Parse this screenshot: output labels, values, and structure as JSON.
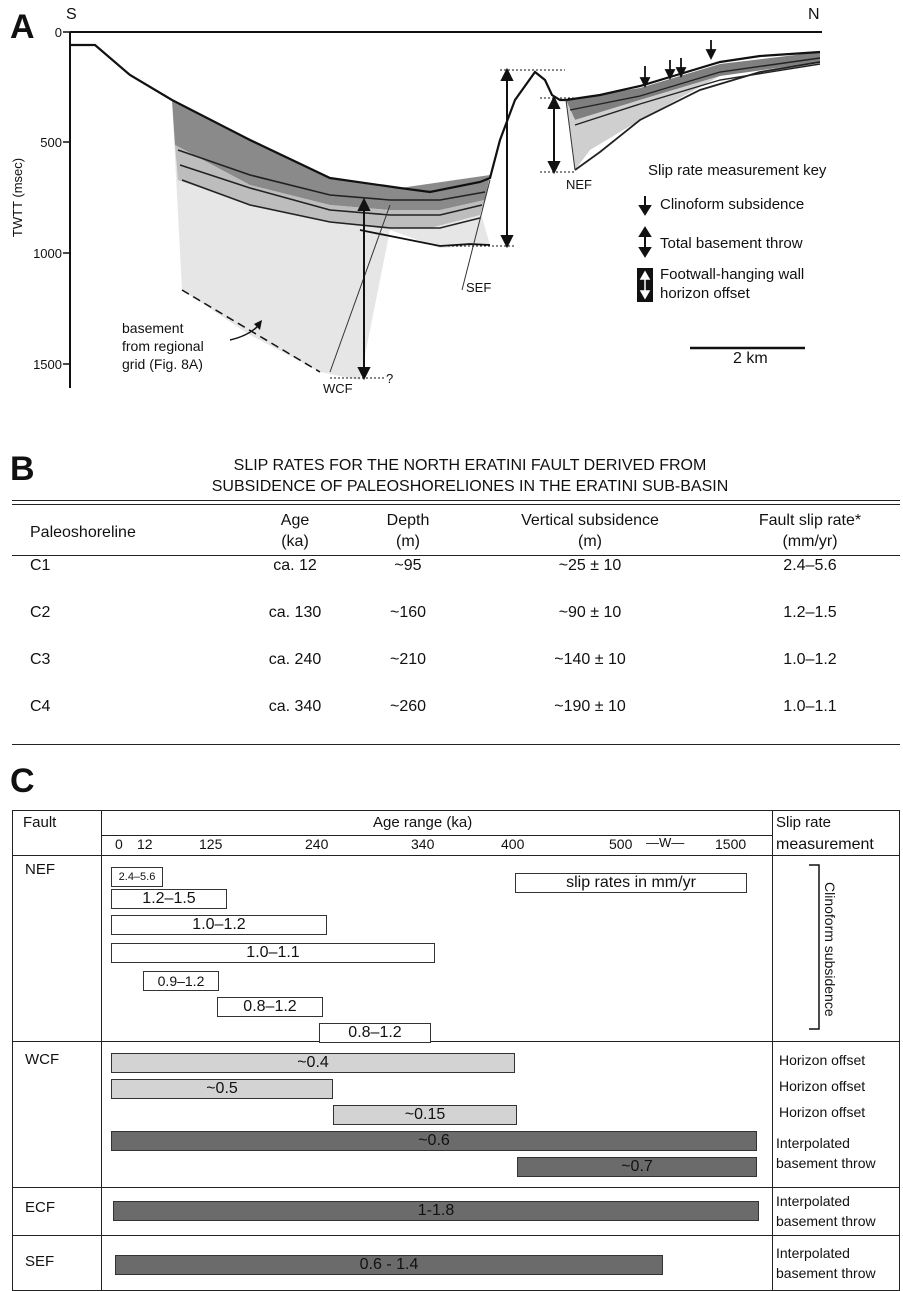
{
  "panel_a": {
    "letter": "A",
    "south": "S",
    "north": "N",
    "y_axis_label": "TWTT (msec)",
    "y_ticks": [
      "0",
      "500",
      "1000",
      "1500"
    ],
    "fault_labels": [
      "NEF",
      "SEF",
      "WCF"
    ],
    "question_mark": "?",
    "basement_note": [
      "basement",
      "from regional",
      "grid (Fig. 8A)"
    ],
    "key_title": "Slip rate measurement key",
    "key_items": [
      "Clinoform subsidence",
      "Total basement throw",
      "Footwall-hanging wall",
      "horizon offset"
    ],
    "scale_bar": "2 km"
  },
  "panel_b": {
    "letter": "B",
    "title_lines": [
      "SLIP RATES FOR THE NORTH ERATINI FAULT DERIVED FROM",
      "SUBSIDENCE OF PALEOSHORELIONES IN THE ERATINI SUB-BASIN"
    ],
    "headers": [
      {
        "line1": "Paleoshoreline",
        "line2": ""
      },
      {
        "line1": "Age",
        "line2": "(ka)"
      },
      {
        "line1": "Depth",
        "line2": "(m)"
      },
      {
        "line1": "Vertical subsidence",
        "line2": "(m)"
      },
      {
        "line1": "Fault slip rate*",
        "line2": "(mm/yr)"
      }
    ],
    "rows": [
      [
        "C1",
        "ca. 12",
        "~95",
        "~25 ± 10",
        "2.4–5.6"
      ],
      [
        "C2",
        "ca. 130",
        "~160",
        "~90 ± 10",
        "1.2–1.5"
      ],
      [
        "C3",
        "ca. 240",
        "~210",
        "~140 ± 10",
        "1.0–1.2"
      ],
      [
        "C4",
        "ca. 340",
        "~260",
        "~190 ± 10",
        "1.0–1.1"
      ]
    ]
  },
  "panel_c": {
    "letter": "C",
    "col_fault": "Fault",
    "col_age": "Age range (ka)",
    "col_measure_line1": "Slip rate",
    "col_measure_line2": "measurement",
    "age_ticks": [
      "0",
      "12",
      "125",
      "240",
      "340",
      "400",
      "500",
      "1500"
    ],
    "break_symbol": "—W—",
    "legend_box": "slip rates in mm/yr",
    "faults": {
      "nef": {
        "name": "NEF",
        "measurement": "Clinoform subsidence",
        "bars": [
          "2.4–5.6",
          "1.2–1.5",
          "1.0–1.2",
          "1.0–1.1",
          "0.9–1.2",
          "0.8–1.2",
          "0.8–1.2"
        ]
      },
      "wcf": {
        "name": "WCF",
        "bars": [
          "~0.4",
          "~0.5",
          "~0.15",
          "~0.6",
          "~0.7"
        ],
        "measurements": [
          "Horizon offset",
          "Horizon offset",
          "Horizon offset",
          "Interpolated",
          "basement throw"
        ]
      },
      "ecf": {
        "name": "ECF",
        "bars": [
          "1-1.8"
        ],
        "measurements": [
          "Interpolated",
          "basement throw"
        ]
      },
      "sef": {
        "name": "SEF",
        "bars": [
          "0.6 - 1.4"
        ],
        "measurements": [
          "Interpolated",
          "basement throw"
        ]
      }
    }
  }
}
